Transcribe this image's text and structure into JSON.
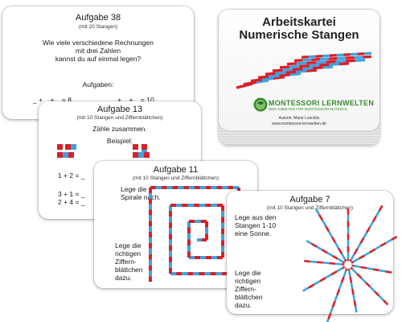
{
  "box": {
    "title_line1": "Arbeitskartei",
    "title_line2": "Numerische Stangen",
    "logo_text": "MONTESSORI LERNWELTEN",
    "logo_tagline": "DER ANBIETER FÜR MONTESSORI-MATERIAL",
    "authors": "Autorin: Marie Loschitz",
    "website": "www.montessori-lernwelten.de"
  },
  "card38": {
    "title": "Aufgabe 38",
    "subtitle": "(mit 20 Stangen)",
    "q1": "Wie viele verschiedene Rechnungen",
    "q2": "mit drei Zahlen",
    "q3": "kannst du auf einmal legen?",
    "tasks_label": "Aufgaben:",
    "eq_left": "_ + _ + _ = 8",
    "eq_right": "_ + _ + _ = 10"
  },
  "card13": {
    "title": "Aufgabe 13",
    "subtitle": "(mit 10 Stangen und Ziffernblättchen)",
    "instruction": "Zähle zusammen.",
    "example_label": "Beispiel:",
    "eq1": "1 + 2 = _",
    "eq2": "3 + 1 = _",
    "eq3": "2 + 4 = _"
  },
  "card11": {
    "title": "Aufgabe 11",
    "subtitle": "(mit 10 Stangen und Ziffernblättchen)",
    "t1": "Lege die",
    "t2": "Spirale nach.",
    "b1": "Lege die",
    "b2": "richtigen",
    "b3": "Ziffern-",
    "b4": "blättchen",
    "b5": "dazu."
  },
  "card7": {
    "title": "Aufgabe 7",
    "subtitle": "(mit 10 Stangen und Ziffernblättchen)",
    "t1": "Lege aus den",
    "t2": "Stangen 1-10",
    "t3": "eine Sonne.",
    "b1": "Lege die",
    "b2": "richtigen",
    "b3": "Ziffern-",
    "b4": "blättchen",
    "b5": "dazu."
  },
  "colors": {
    "red": "#d8202a",
    "blue": "#3fa3e0",
    "green": "#3b8a2e"
  }
}
